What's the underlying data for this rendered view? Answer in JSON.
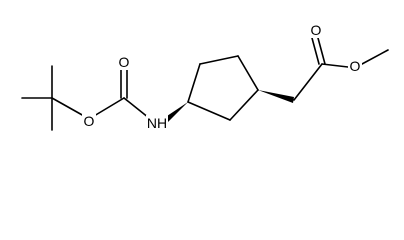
{
  "molecule": {
    "atom_labels": {
      "boc_carbonyl_oxygen": "O",
      "boc_ether_oxygen": "O",
      "amine_nitrogen": "NH",
      "ester_carbonyl_oxygen": "O",
      "ester_ether_oxygen": "O"
    }
  },
  "colors": {
    "bond": "#000000",
    "label": "#000000",
    "background": "#ffffff"
  }
}
